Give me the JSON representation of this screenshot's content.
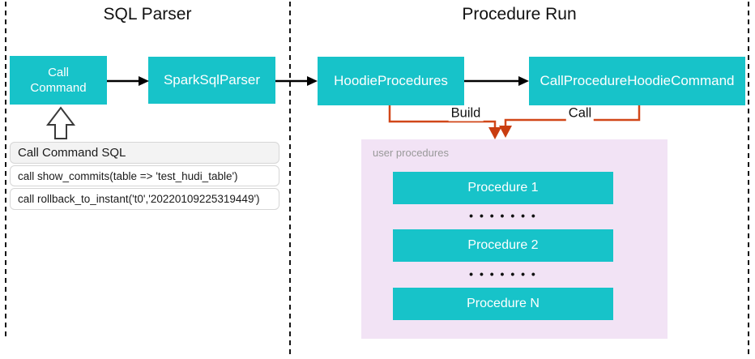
{
  "sections": {
    "sql_parser": {
      "title": "SQL Parser"
    },
    "procedure_run": {
      "title": "Procedure Run"
    }
  },
  "nodes": {
    "call_command": "Call Command",
    "spark_sql_parser": "SparkSqlParser",
    "hoodie_procedures": "HoodieProcedures",
    "call_procedure_hoodie_command": "CallProcedureHoodieCommand"
  },
  "sql_panel": {
    "header": "Call Command SQL",
    "rows": [
      "call show_commits(table => 'test_hudi_table')",
      "call rollback_to_instant('t0','20220109225319449')"
    ]
  },
  "edges": {
    "build_label": "Build",
    "call_label": "Call"
  },
  "user_procedures": {
    "label": "user procedures",
    "items": [
      "Procedure 1",
      "Procedure 2",
      "Procedure N"
    ],
    "ellipsis": "• • • • • • •"
  },
  "colors": {
    "node_teal": "#17C3C9",
    "container_pink": "#F2E3F5",
    "connector_orange": "#D14719",
    "arrow_black": "#000000",
    "label_gray": "#999999"
  }
}
